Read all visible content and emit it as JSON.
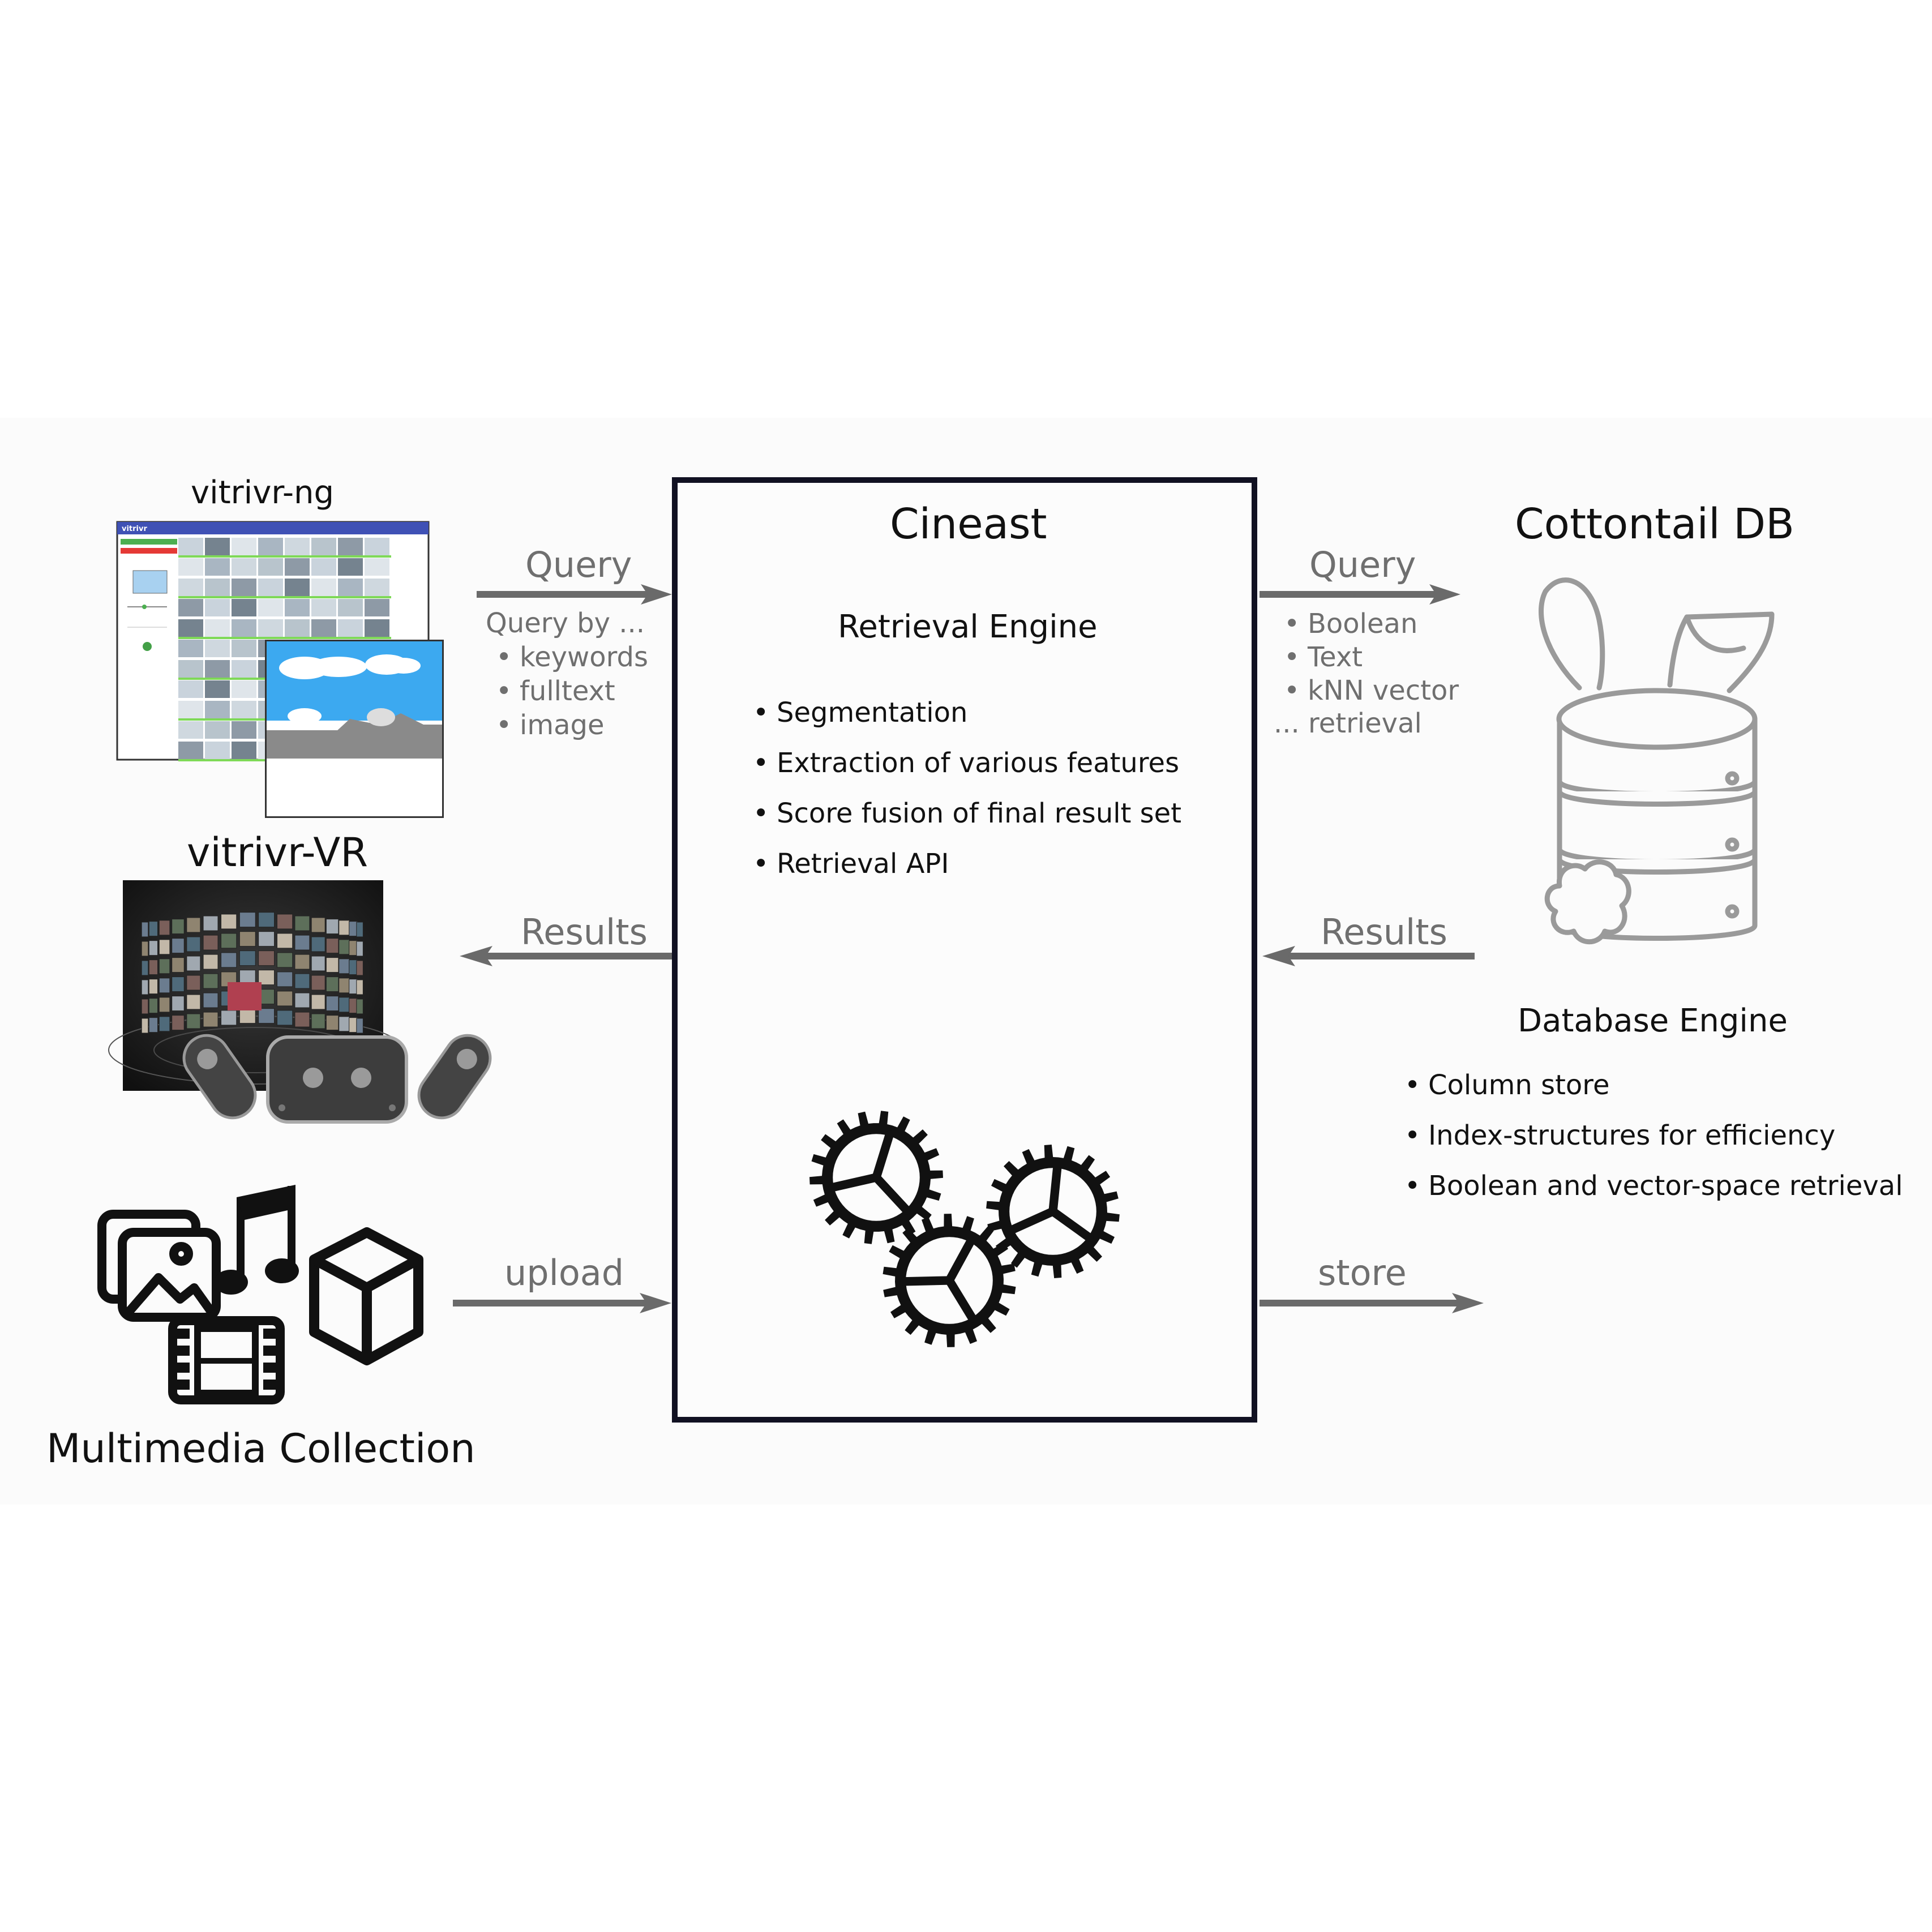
{
  "client_ng": {
    "title": "vitrivr-ng",
    "logo_text": "vitrivr"
  },
  "query_left": {
    "arrow_label": "Query",
    "intro": "Query by ...",
    "items": [
      "keywords",
      "fulltext",
      "image"
    ]
  },
  "client_vr": {
    "title": "vitrivr-VR"
  },
  "results_left": {
    "arrow_label": "Results"
  },
  "collection": {
    "title": "Multimedia Collection"
  },
  "upload": {
    "arrow_label": "upload"
  },
  "cineast": {
    "title": "Cineast",
    "subtitle": "Retrieval Engine",
    "items": [
      "Segmentation",
      "Extraction of various features",
      "Score fusion of final result set",
      "Retrieval API"
    ],
    "icon": "gears-icon"
  },
  "query_right": {
    "arrow_label": "Query",
    "items": [
      "Boolean",
      "Text",
      "kNN vector"
    ],
    "suffix": "... retrieval"
  },
  "results_right": {
    "arrow_label": "Results"
  },
  "store": {
    "arrow_label": "store"
  },
  "cottontail": {
    "title": "Cottontail DB",
    "subtitle": "Database Engine",
    "items": [
      "Column store",
      "Index-structures for efficiency",
      "Boolean and vector-space retrieval"
    ],
    "icon": "rabbit-database-icon"
  },
  "colors": {
    "arrow": "#6a6a6a",
    "box_border": "#111122",
    "sketch_sky": "#3ca9f0",
    "logo_bar": "#3f51b5",
    "result_highlight": "#7ed957"
  }
}
